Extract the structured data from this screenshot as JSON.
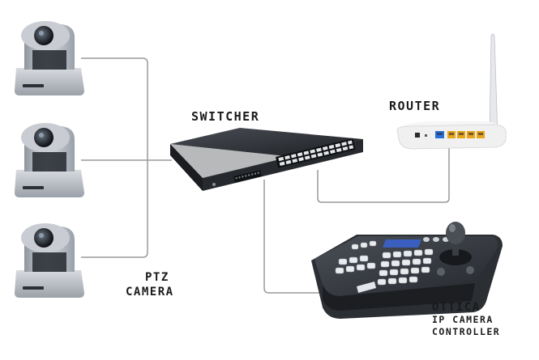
{
  "labels": {
    "switcher": "SWITCHER",
    "router": "ROUTER",
    "ptz_line1": "PTZ",
    "ptz_line2": "CAMERA",
    "controller_brand": "OTTICA",
    "controller_line1": "IP CAMERA",
    "controller_line2": "CONTROLLER"
  },
  "colors": {
    "cable": "#9a9a9a",
    "camera_body": "#b8bdc4",
    "camera_base": "#2b2f36",
    "switch_body": "#2c2f35",
    "router_body": "#f2f2f2",
    "router_ports": "#e8a41a",
    "router_wan": "#2a6fd6",
    "controller_body": "#3a3d44",
    "key_light": "#e9ecef"
  }
}
